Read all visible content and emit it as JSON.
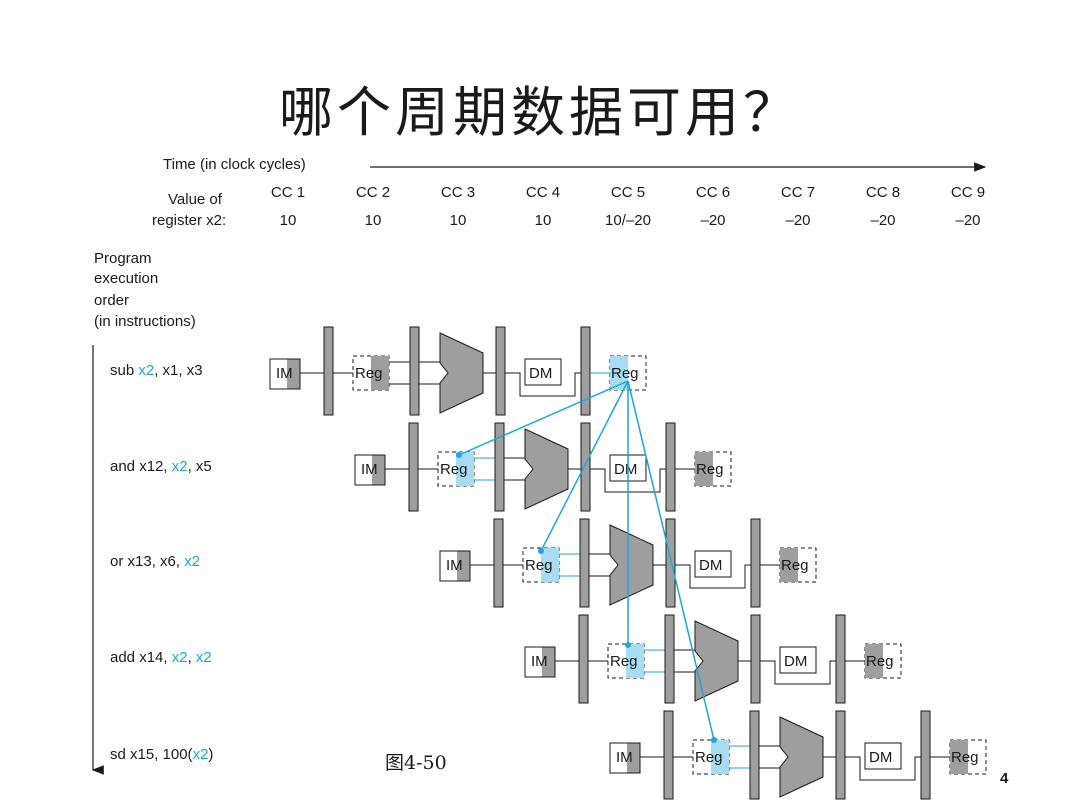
{
  "title": "哪个周期数据可用？",
  "time_label": "Time (in clock cycles)",
  "value_label_1": "Value of",
  "value_label_2": "register x2:",
  "cycles": [
    {
      "cc": "CC 1",
      "val": "10"
    },
    {
      "cc": "CC 2",
      "val": "10"
    },
    {
      "cc": "CC 3",
      "val": "10"
    },
    {
      "cc": "CC 4",
      "val": "10"
    },
    {
      "cc": "CC 5",
      "val": "10/–20"
    },
    {
      "cc": "CC 6",
      "val": "–20"
    },
    {
      "cc": "CC 7",
      "val": "–20"
    },
    {
      "cc": "CC 8",
      "val": "–20"
    },
    {
      "cc": "CC 9",
      "val": "–20"
    }
  ],
  "order_label": [
    "Program",
    "execution",
    "order",
    "(in instructions)"
  ],
  "instructions": [
    {
      "op": "sub",
      "parts": [
        "sub ",
        "x2",
        ", x1, x3"
      ]
    },
    {
      "op": "and",
      "parts": [
        "and x12, ",
        "x2",
        ", x5"
      ]
    },
    {
      "op": "or",
      "parts": [
        "or x13, x6, ",
        "x2"
      ]
    },
    {
      "op": "add",
      "parts": [
        "add x14, ",
        "x2",
        ", ",
        "x2"
      ]
    },
    {
      "op": "sd",
      "parts": [
        "sd x15, 100(",
        "x2",
        ")"
      ]
    }
  ],
  "stage_labels": {
    "im": "IM",
    "reg": "Reg",
    "dm": "DM"
  },
  "figure_caption": "图4-50",
  "page_number": "4",
  "colors": {
    "highlight": "#1aa7dc",
    "stage_fill": "#9e9e9e",
    "light_blue": "#a8dcf2"
  }
}
